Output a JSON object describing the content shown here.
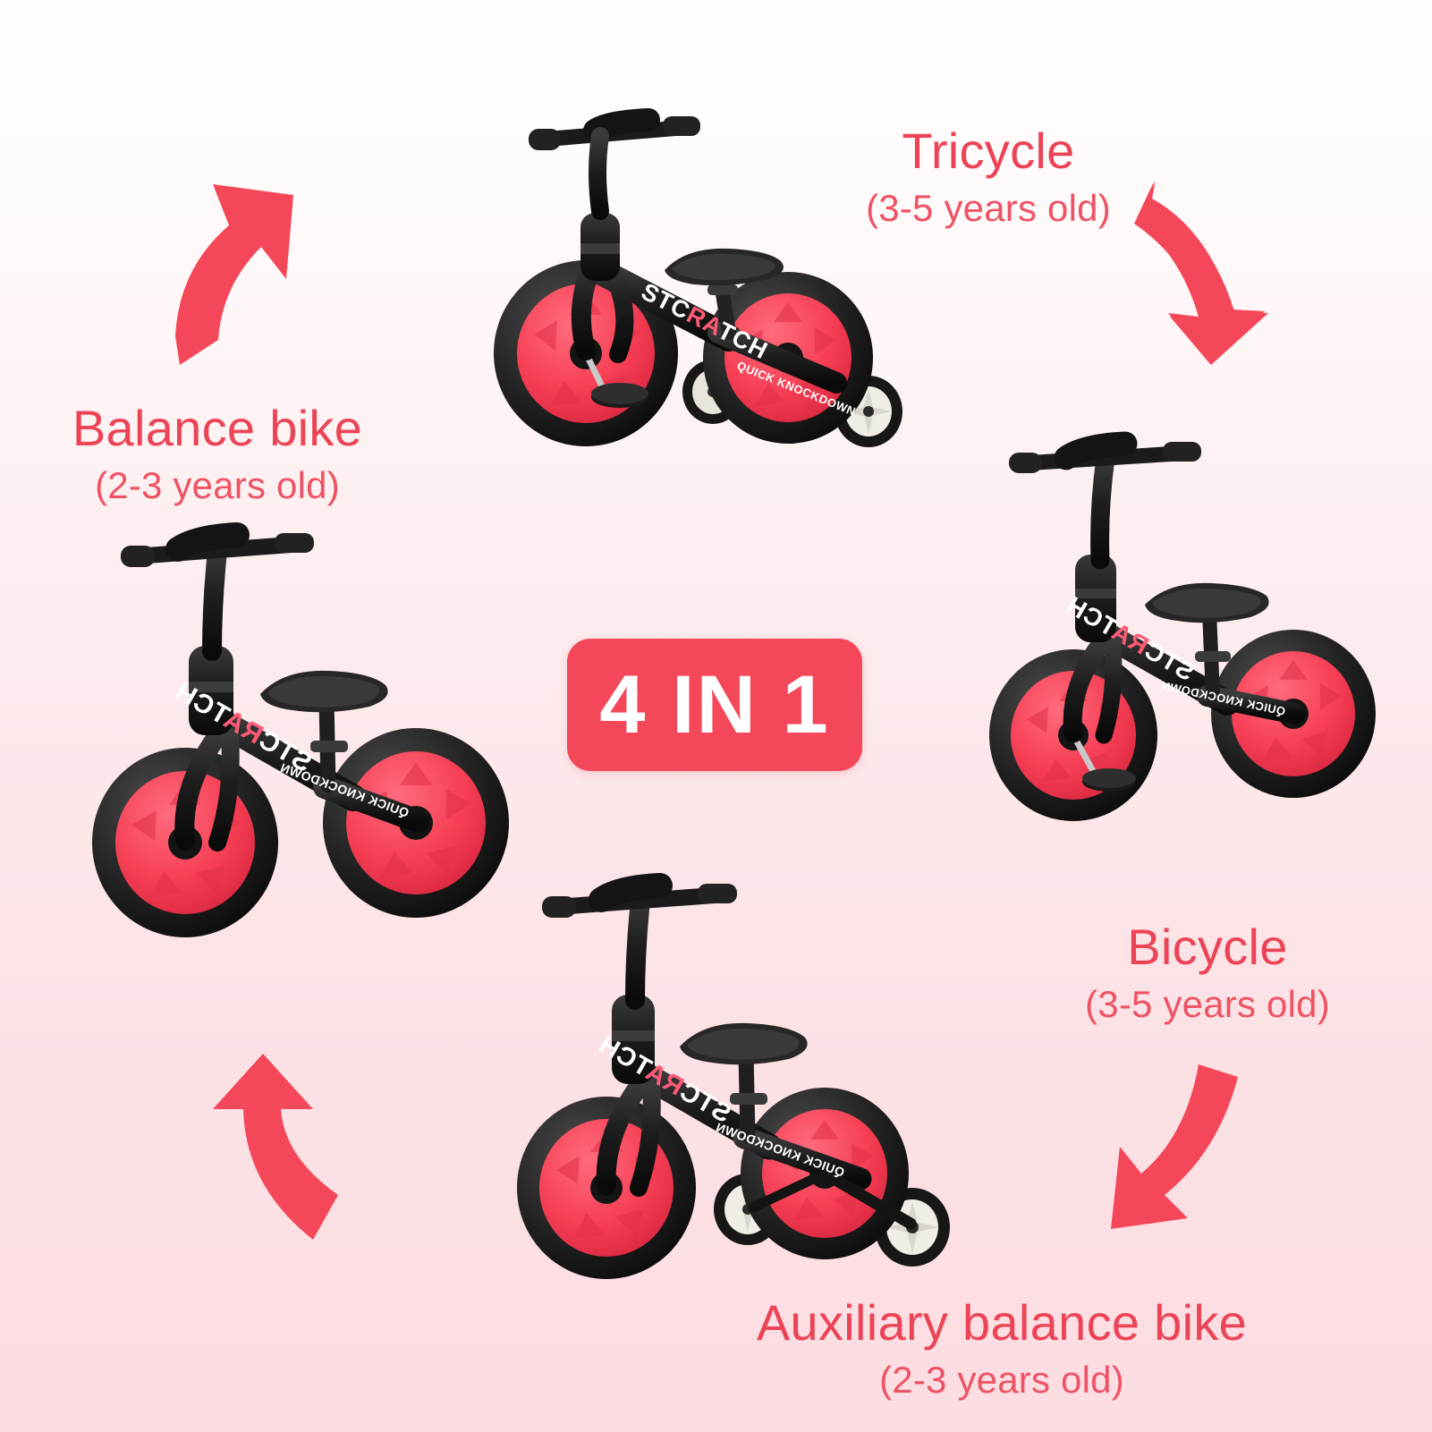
{
  "badge": {
    "text": "4 IN 1"
  },
  "colors": {
    "accent_red": "#F4485A",
    "label_red": "#EC4457",
    "background_top": "#FFFEFE",
    "background_bottom": "#FCDDE2",
    "wheel_hub_pink": "#F63E54",
    "frame_black": "#1C1C1C",
    "training_wheel_white": "#EFEDE6"
  },
  "labels": [
    {
      "id": "tricycle",
      "title": "Tricycle",
      "age": "(3-5 years old)"
    },
    {
      "id": "balance-bike",
      "title": "Balance bike",
      "age": "(2-3 years old)"
    },
    {
      "id": "bicycle",
      "title": "Bicycle",
      "age": "(3-5 years old)"
    },
    {
      "id": "auxiliary-balance-bike",
      "title": "Auxiliary balance bike",
      "age": "(2-3 years old)"
    }
  ],
  "product": {
    "brand_decal": "STCRATCH",
    "tube_decal": "QUICK KNOCKDOWN"
  },
  "arrows": [
    {
      "id": "arrow-top-left",
      "direction": "up-right"
    },
    {
      "id": "arrow-top-right",
      "direction": "down"
    },
    {
      "id": "arrow-bottom-right",
      "direction": "down-left"
    },
    {
      "id": "arrow-bottom-left",
      "direction": "up"
    }
  ]
}
